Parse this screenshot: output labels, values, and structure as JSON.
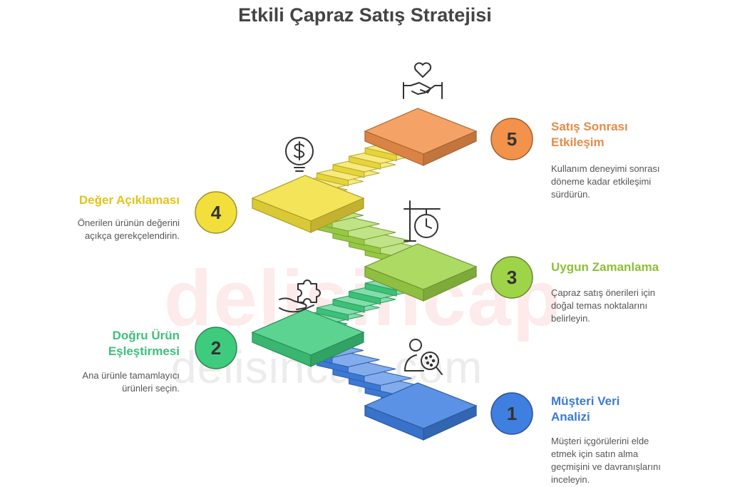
{
  "title": "Etkili Çapraz Satış Stratejisi",
  "watermark": {
    "big": "delisincap",
    "small": "delisincap.com"
  },
  "colors": {
    "step1": "#3F7FE0",
    "step2": "#3FCB7E",
    "step3": "#9ED447",
    "step4": "#F2DF3C",
    "step5": "#F2924B",
    "text_title": "#444444",
    "text_desc": "#555555"
  },
  "steps": [
    {
      "number": "1",
      "title": [
        "Müşteri Veri",
        "Analizi"
      ],
      "description": [
        "Müşteri içgörülerini elde",
        "etmek için satın alma",
        "geçmişini ve davranışlarını",
        "inceleyin."
      ],
      "icon": "person-search-icon",
      "side": "right"
    },
    {
      "number": "2",
      "title": [
        "Doğru Ürün",
        "Eşleştirmesi"
      ],
      "description": [
        "Ana ürünle tamamlayıcı",
        "ürünleri seçin."
      ],
      "icon": "puzzle-hand-icon",
      "side": "left"
    },
    {
      "number": "3",
      "title": [
        "Uygun Zamanlama"
      ],
      "description": [
        "Çapraz satış önerileri için",
        "doğal temas noktalarını",
        "belirleyin."
      ],
      "icon": "clock-sign-icon",
      "side": "right"
    },
    {
      "number": "4",
      "title": [
        "Değer Açıklaması"
      ],
      "description": [
        "Önerilen ürünün değerini",
        "açıkça gerekçelendirin."
      ],
      "icon": "dollar-bulb-icon",
      "side": "left"
    },
    {
      "number": "5",
      "title": [
        "Satış Sonrası",
        "Etkileşim"
      ],
      "description": [
        "Kullanım deneyimi sonrası",
        "döneme kadar etkileşimi",
        "sürdürün."
      ],
      "icon": "heart-handshake-icon",
      "side": "right"
    }
  ]
}
